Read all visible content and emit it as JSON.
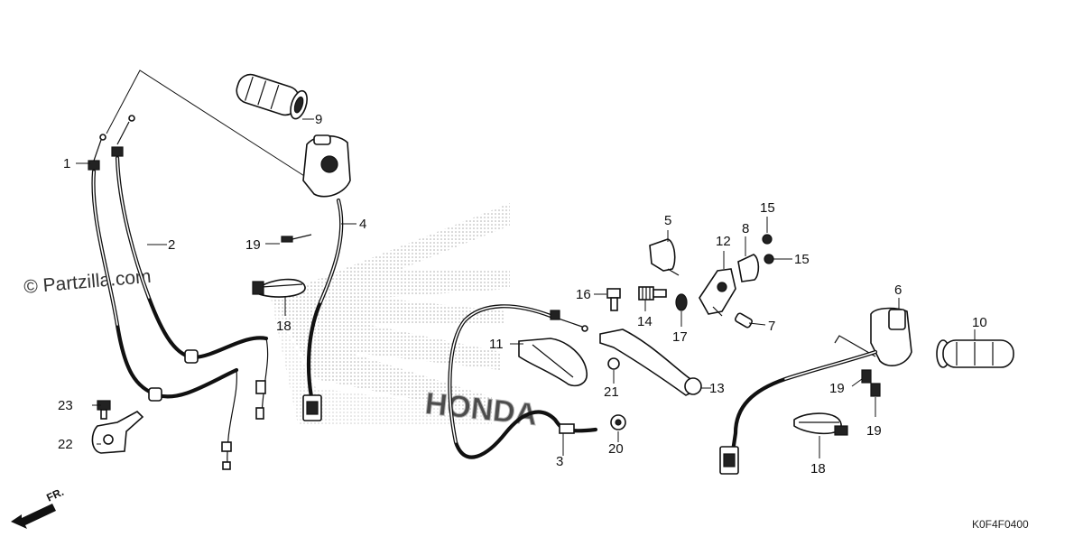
{
  "watermark": "© Partzilla.com",
  "diagram_code": "K0F4F0400",
  "front_arrow_label": "FR.",
  "brand_mark": "HONDA",
  "callouts": {
    "c1": "1",
    "c2": "2",
    "c3": "3",
    "c4": "4",
    "c5": "5",
    "c6": "6",
    "c7": "7",
    "c8": "8",
    "c9": "9",
    "c10": "10",
    "c11": "11",
    "c12": "12",
    "c13": "13",
    "c14": "14",
    "c15a": "15",
    "c15b": "15",
    "c16": "16",
    "c17": "17",
    "c18a": "18",
    "c18b": "18",
    "c19a": "19",
    "c19b": "19",
    "c19c": "19",
    "c20": "20",
    "c21": "21",
    "c22": "22",
    "c23": "23"
  }
}
